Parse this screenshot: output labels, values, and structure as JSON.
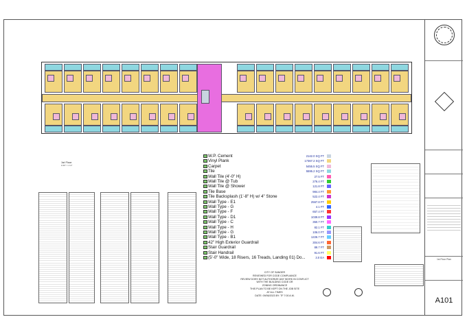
{
  "legend": {
    "items": [
      {
        "label": "W.P. Cement",
        "value": "2142.0 SQ FT",
        "swatch": "#c8d4e0"
      },
      {
        "label": "Vinyl Plank",
        "value": "17367.2 SQ FT",
        "swatch": "#f2d680"
      },
      {
        "label": "Carpet",
        "value": "5455.5 SQ FT",
        "swatch": "#f0b8d8"
      },
      {
        "label": "Tile",
        "value": "5595.2 SQ FT",
        "swatch": "#8ed7e0"
      },
      {
        "label": "Wall Tile (4'-0\" H)",
        "value": "27.5 FT",
        "swatch": "#ff5ab0"
      },
      {
        "label": "Wall Tile @ Tub",
        "value": "276.4 FT",
        "swatch": "#33cc33"
      },
      {
        "label": "Wall Tile @ Shower",
        "value": "121.8 FT",
        "swatch": "#6666ff"
      },
      {
        "label": "Tile Base",
        "value": "984.4 FT",
        "swatch": "#ff9933"
      },
      {
        "label": "Tile Backsplash (1'-8\" H) w/ 4\" Stone",
        "value": "522.4 FT",
        "swatch": "#cc33cc"
      },
      {
        "label": "Wall Type - E1",
        "value": "2567.8 FT",
        "swatch": "#ffcc00"
      },
      {
        "label": "Wall Type - G",
        "value": "4.1 FT",
        "swatch": "#3366ff"
      },
      {
        "label": "Wall Type - F",
        "value": "657.4 FT",
        "swatch": "#ff3333"
      },
      {
        "label": "Wall Type - D1",
        "value": "1039.8 FT",
        "swatch": "#9933ff"
      },
      {
        "label": "Wall Type - C",
        "value": "350.7 FT",
        "swatch": "#ff66ff"
      },
      {
        "label": "Wall Type - H",
        "value": "82.1 FT",
        "swatch": "#33cccc"
      },
      {
        "label": "Wall Type - G",
        "value": "106.0 FT",
        "swatch": "#9999ff"
      },
      {
        "label": "Wall Type - B1",
        "value": "1226.7 FT",
        "swatch": "#66ccff"
      },
      {
        "label": "42\" High Exterior Guardrail",
        "value": "304.6 FT",
        "swatch": "#ff6633"
      },
      {
        "label": "Stair Guardrail",
        "value": "89.7 FT",
        "swatch": "#cc9966"
      },
      {
        "label": "Stair Handrail",
        "value": "91.6 FT",
        "swatch": "#ffff66"
      },
      {
        "label": "(5'-0\" Wide, 18 Risers, 16 Treads, Landing 01) Do...",
        "value": "3.0 EA",
        "swatch": "#ff0000"
      }
    ]
  },
  "stamp": {
    "lines": [
      "CITY OF SANGER",
      "REVIEWED FOR CODE COMPLIANCE",
      "REVIEW DOES NOT AUTHORIZE ANY WORK IN CONFLICT",
      "WITH THE BUILDING CODE OR",
      "ZONING ORDINANCE",
      "THIS PLAN TO BE KEPT ON THE JOB SITE",
      "AT ALL TIMES",
      "DATE: 09/06/2023 BY: TF 7:00 A.M."
    ]
  },
  "drawing": {
    "plan_title": "1st Floor",
    "plan_scale": "1/16\" = 1'-0\"",
    "sheet_title": "1st Floor Plan",
    "sheet_number": "A101"
  },
  "colors": {
    "vinyl": "#f2d680",
    "tile": "#8ed7e0",
    "carpet": "#f0b8d8",
    "core": "#e86ee0",
    "cement": "#c8d4e0",
    "accent": "#1a2c9e"
  }
}
